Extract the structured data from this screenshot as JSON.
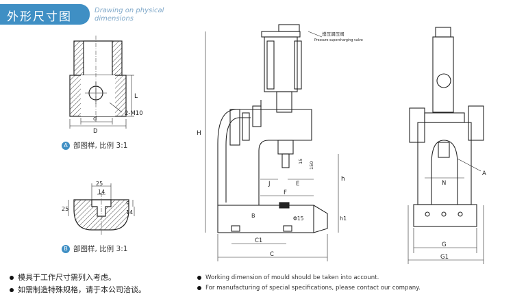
{
  "header": {
    "title": "外形尺寸图",
    "subtitle_line1": "Drawing on physical",
    "subtitle_line2": "dimensions"
  },
  "detail_a": {
    "badge": "A",
    "caption": "部图样, 比例 3:1",
    "labels": {
      "L": "L",
      "thread": "2-M10",
      "d": "d",
      "D": "D"
    }
  },
  "detail_b": {
    "badge": "B",
    "caption": "部图样, 比例 3:1",
    "labels": {
      "w25": "25",
      "w14": "14",
      "h25": "25",
      "h9": "9",
      "h14": "14"
    }
  },
  "front_view": {
    "callout_cn": "增压调压阀",
    "callout_en": "Pressure supercharging valve",
    "labels": {
      "H": "H",
      "h": "h",
      "h1": "h1",
      "J": "J",
      "E": "E",
      "F": "F",
      "B": "B",
      "phi": "Φ15",
      "C1": "C1",
      "C": "C",
      "d150": "150",
      "d15": "15"
    }
  },
  "side_view": {
    "labels": {
      "A": "A",
      "N": "N",
      "G": "G",
      "G1": "G1"
    }
  },
  "notes_cn": [
    "模具于工作尺寸需列入考虑。",
    "如需制造特殊规格，请于本公司洽谈。"
  ],
  "notes_en": [
    "Working dimension of mould should be taken into account.",
    "For manufacturing of special specifications, please contact our company."
  ]
}
